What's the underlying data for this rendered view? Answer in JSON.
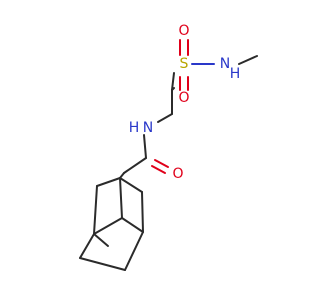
{
  "molecule": {
    "atoms": {
      "sulfonyl_O_top": "O",
      "sulfonyl_O_bottom": "O",
      "sulfur": "S",
      "sulfonamide_N": "N",
      "sulfonamide_H": "H",
      "amide_N": "N",
      "amide_H": "H",
      "carbonyl_O": "O"
    },
    "colors": {
      "carbon_bond": "#2b2b2b",
      "oxygen": "#e0001a",
      "nitrogen": "#2a38c9",
      "sulfur": "#b8a500"
    }
  }
}
